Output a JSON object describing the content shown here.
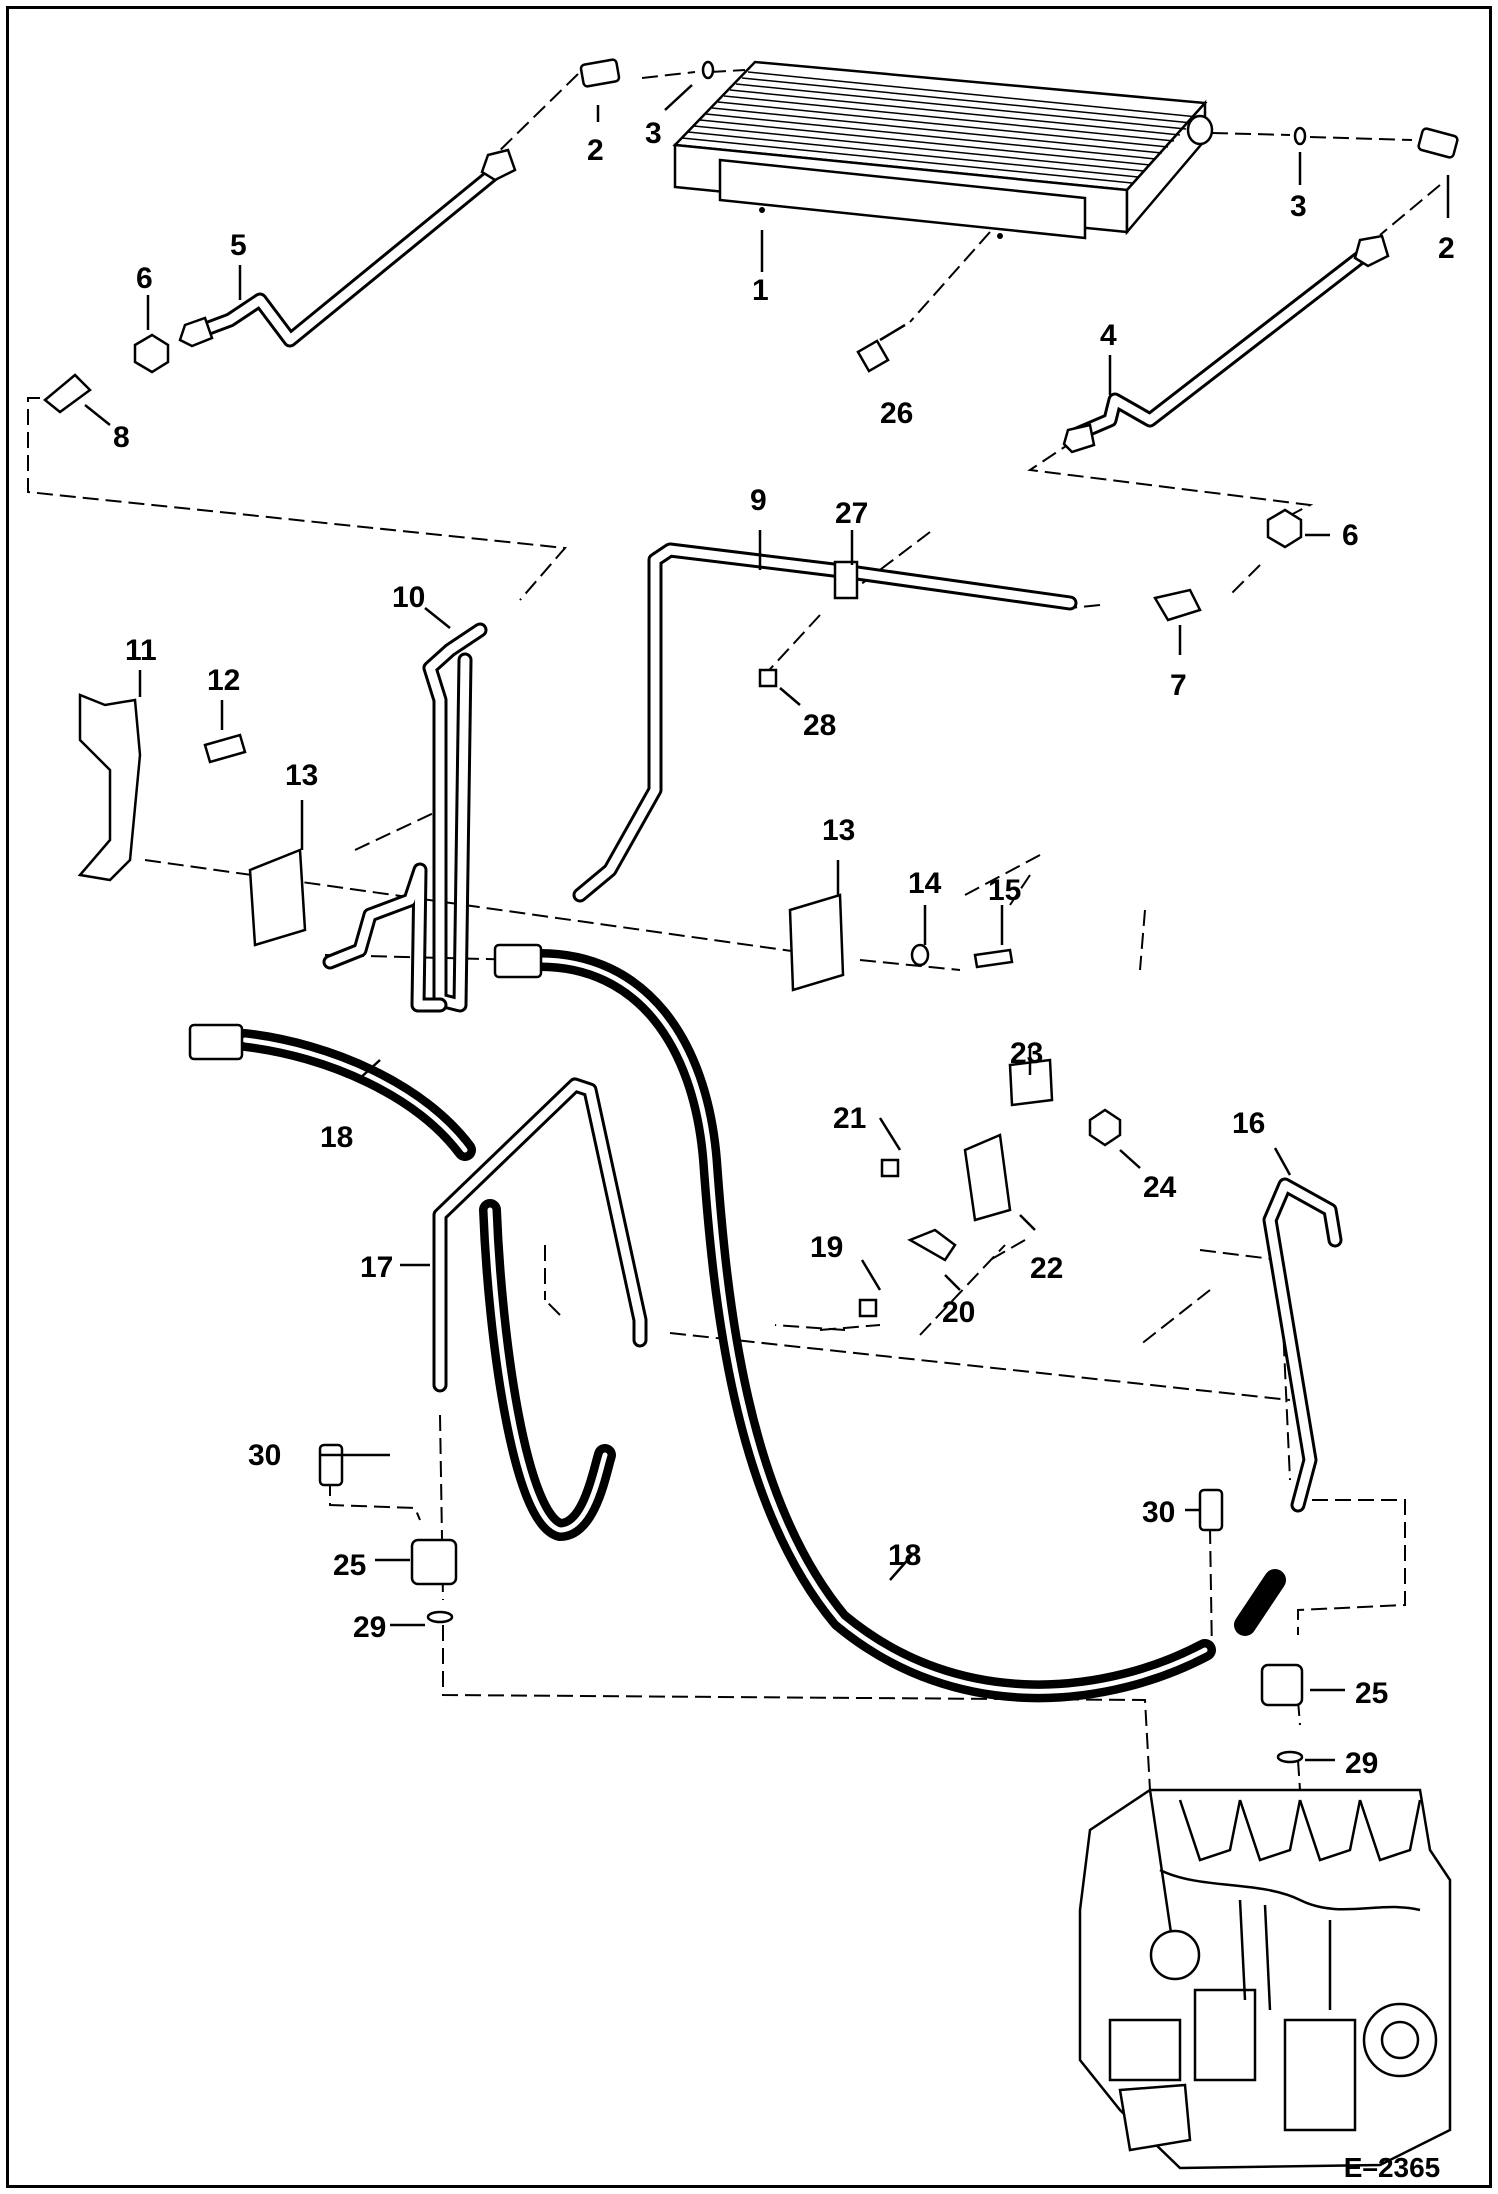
{
  "diagram": {
    "reference_code": "E–2365",
    "callouts": [
      {
        "id": "c1",
        "label": "1"
      },
      {
        "id": "c2a",
        "label": "2"
      },
      {
        "id": "c2b",
        "label": "2"
      },
      {
        "id": "c3a",
        "label": "3"
      },
      {
        "id": "c3b",
        "label": "3"
      },
      {
        "id": "c4",
        "label": "4"
      },
      {
        "id": "c5",
        "label": "5"
      },
      {
        "id": "c6a",
        "label": "6"
      },
      {
        "id": "c6b",
        "label": "6"
      },
      {
        "id": "c7",
        "label": "7"
      },
      {
        "id": "c8",
        "label": "8"
      },
      {
        "id": "c9",
        "label": "9"
      },
      {
        "id": "c10",
        "label": "10"
      },
      {
        "id": "c11",
        "label": "11"
      },
      {
        "id": "c12",
        "label": "12"
      },
      {
        "id": "c13a",
        "label": "13"
      },
      {
        "id": "c13b",
        "label": "13"
      },
      {
        "id": "c14",
        "label": "14"
      },
      {
        "id": "c15",
        "label": "15"
      },
      {
        "id": "c16",
        "label": "16"
      },
      {
        "id": "c17",
        "label": "17"
      },
      {
        "id": "c18a",
        "label": "18"
      },
      {
        "id": "c18b",
        "label": "18"
      },
      {
        "id": "c19",
        "label": "19"
      },
      {
        "id": "c20",
        "label": "20"
      },
      {
        "id": "c21",
        "label": "21"
      },
      {
        "id": "c22",
        "label": "22"
      },
      {
        "id": "c23",
        "label": "23"
      },
      {
        "id": "c24",
        "label": "24"
      },
      {
        "id": "c25a",
        "label": "25"
      },
      {
        "id": "c25b",
        "label": "25"
      },
      {
        "id": "c26",
        "label": "26"
      },
      {
        "id": "c27",
        "label": "27"
      },
      {
        "id": "c28",
        "label": "28"
      },
      {
        "id": "c29a",
        "label": "29"
      },
      {
        "id": "c29b",
        "label": "29"
      },
      {
        "id": "c30a",
        "label": "30"
      },
      {
        "id": "c30b",
        "label": "30"
      }
    ]
  }
}
